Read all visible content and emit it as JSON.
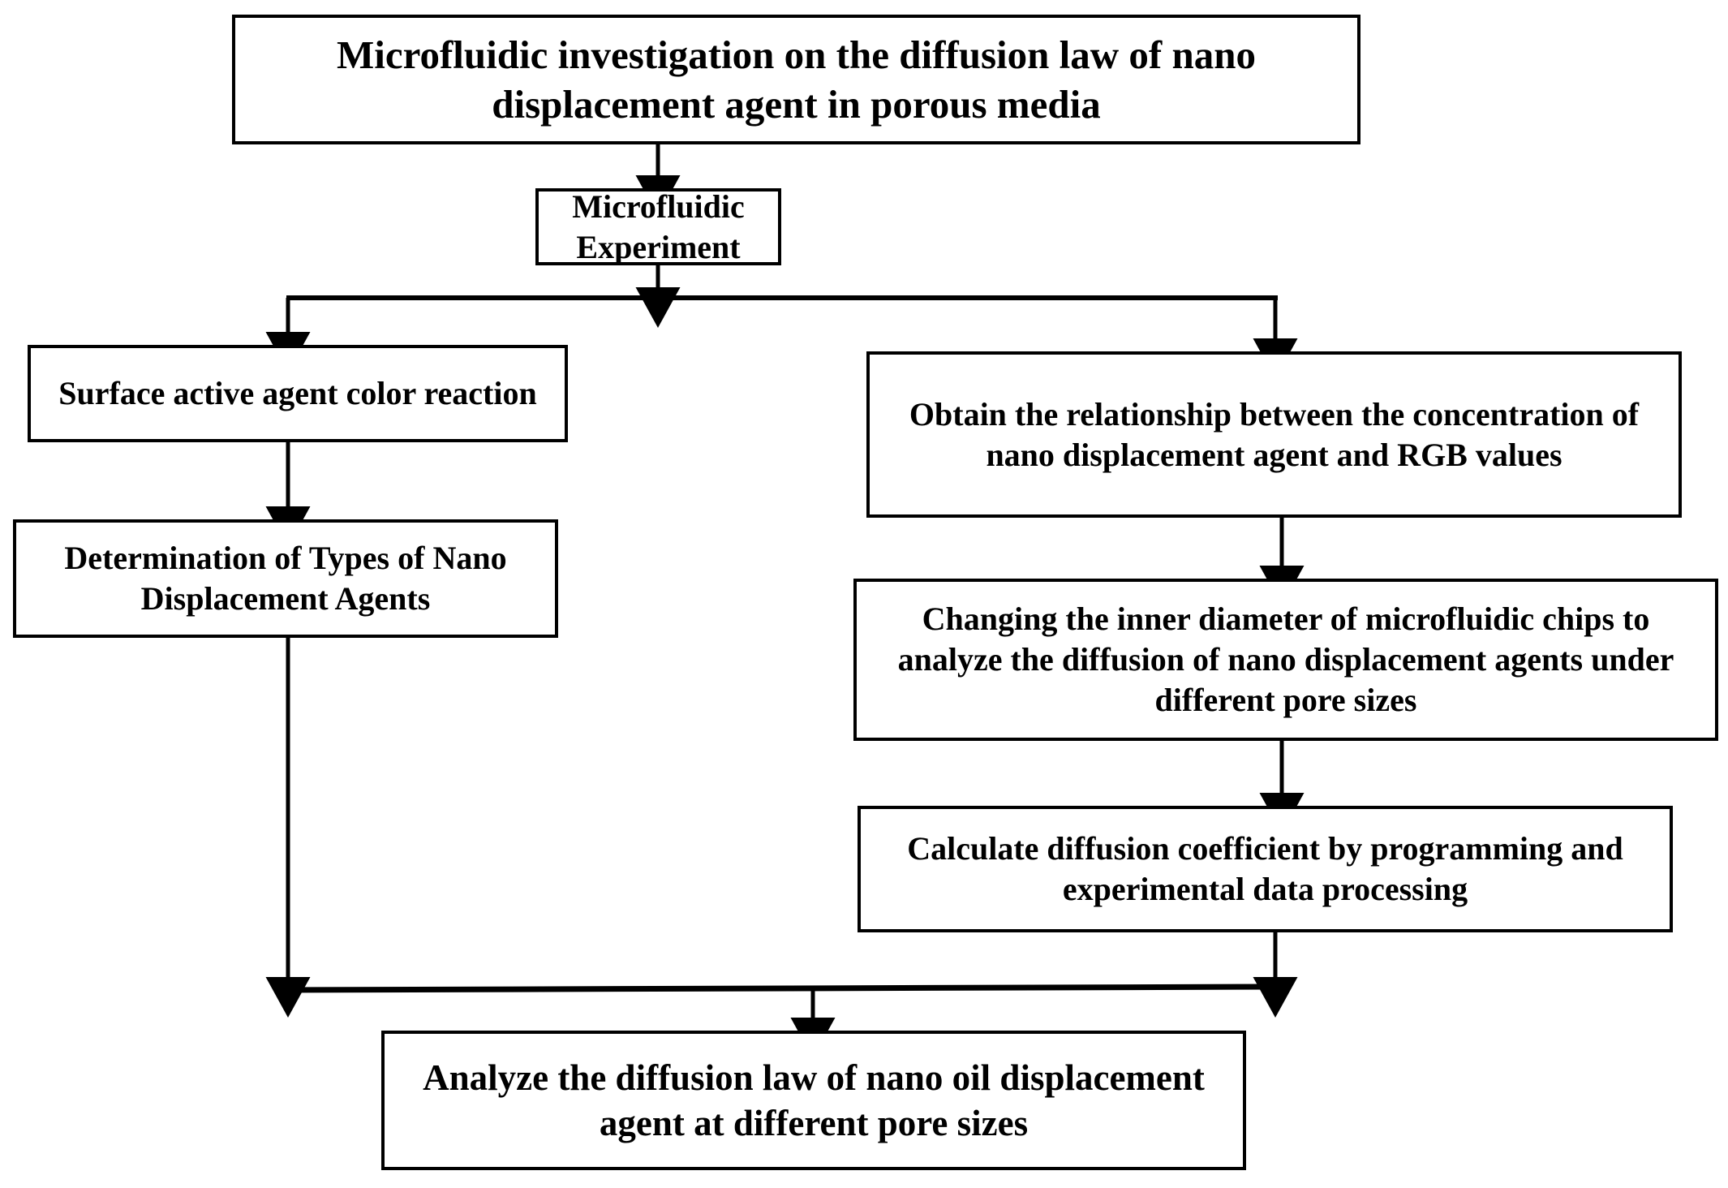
{
  "diagram": {
    "type": "flowchart",
    "orientation": "top-to-bottom",
    "background_color": "#ffffff",
    "line_color": "#000000",
    "text_color": "#000000",
    "nodes": [
      {
        "id": "title",
        "label": "Microfluidic investigation on the diffusion law of nano displacement agent in porous media"
      },
      {
        "id": "experiment",
        "label": "Microfluidic Experiment"
      },
      {
        "id": "surface",
        "label": "Surface active agent color reaction"
      },
      {
        "id": "determination",
        "label": "Determination of Types of Nano Displacement Agents"
      },
      {
        "id": "rgb",
        "label": "Obtain the relationship between the concentration of nano displacement agent and RGB values"
      },
      {
        "id": "chips",
        "label": "Changing the inner diameter of microfluidic chips to analyze the diffusion of nano displacement agents under different pore sizes"
      },
      {
        "id": "calculate",
        "label": "Calculate diffusion coefficient by programming and experimental data processing"
      },
      {
        "id": "final",
        "label": "Analyze the diffusion law of nano oil displacement agent at different pore sizes"
      }
    ],
    "edges": [
      {
        "from": "title",
        "to": "experiment",
        "style": "arrow"
      },
      {
        "from": "experiment",
        "to": "surface",
        "style": "arrow-split-left"
      },
      {
        "from": "experiment",
        "to": "rgb",
        "style": "arrow-split-right"
      },
      {
        "from": "surface",
        "to": "determination",
        "style": "arrow"
      },
      {
        "from": "rgb",
        "to": "chips",
        "style": "arrow"
      },
      {
        "from": "chips",
        "to": "calculate",
        "style": "arrow"
      },
      {
        "from": "determination",
        "to": "final",
        "style": "arrow-merge-left"
      },
      {
        "from": "calculate",
        "to": "final",
        "style": "arrow-merge-right"
      }
    ]
  }
}
